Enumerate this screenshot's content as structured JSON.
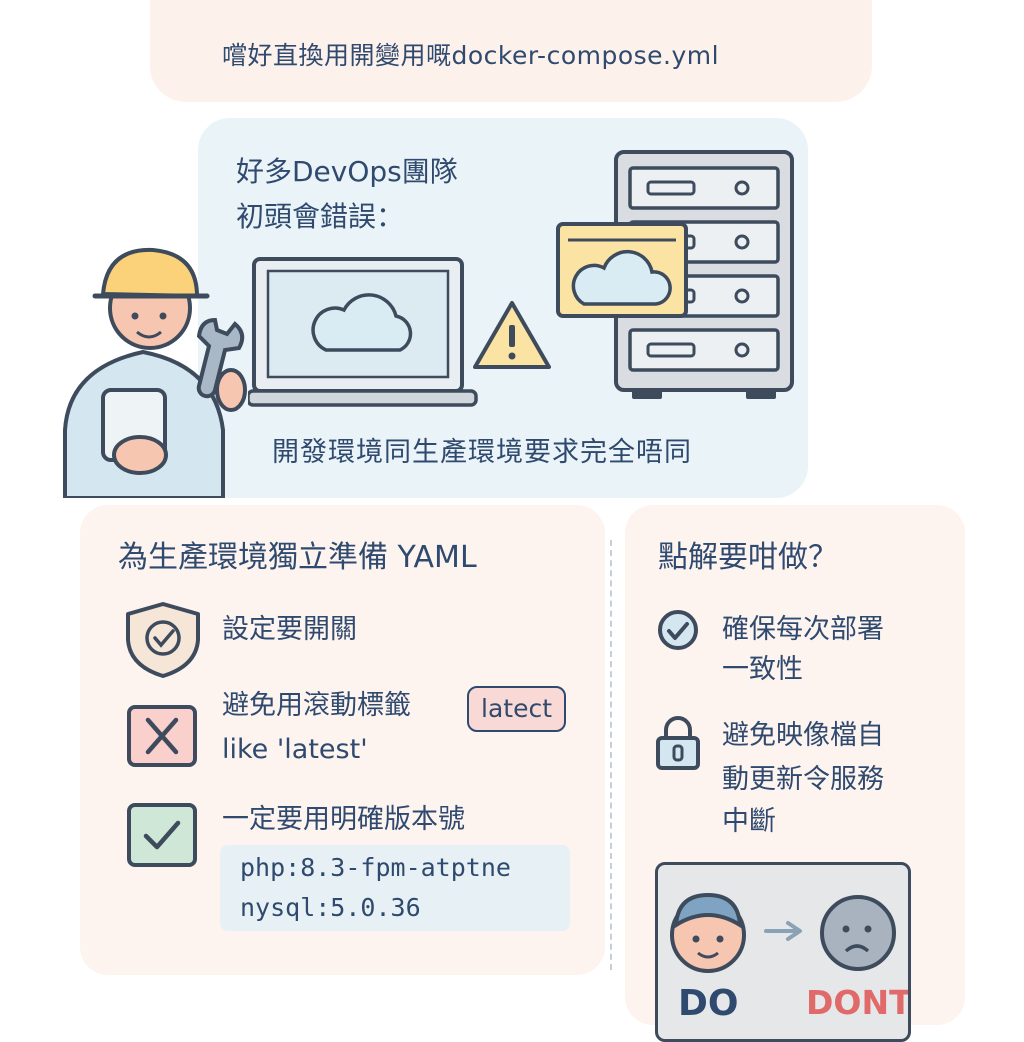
{
  "header": {
    "subtitle": "嚐好直換用開變用嘅docker-compose.yml"
  },
  "scene": {
    "intro_line1": "好多DevOps團隊",
    "intro_line2": "初頭會錯誤：",
    "caption": "開發環境同生產環境要求完全唔同"
  },
  "left_panel": {
    "heading": "為生產環境獨立準備 YAML",
    "items": [
      {
        "icon": "shield-check-icon",
        "text": "設定要開關"
      },
      {
        "icon": "x-box-icon",
        "text_line1": "避免用滾動標籤",
        "text_line2": "like 'latest'",
        "tag": "latect"
      },
      {
        "icon": "check-box-icon",
        "text": "一定要用明確版本號"
      }
    ],
    "code_lines": [
      "php:8.3-fpm-atptne",
      "nysql:5.0.36"
    ]
  },
  "right_panel": {
    "heading": "點解要咁做？",
    "items": [
      {
        "icon": "check-circle-icon",
        "line1": "確保每次部署",
        "line2": "一致性"
      },
      {
        "icon": "lock-icon",
        "line1": "避免映像檔自",
        "line2": "動更新令服務",
        "line3": "中斷"
      }
    ],
    "do_label": "DO",
    "dont_label": "DONT"
  },
  "colors": {
    "text": "#2f4a6e",
    "header_bg": "#fdf1ec",
    "scene_bg": "#eaf3f7",
    "card_bg": "#fdf4f0",
    "warning_yellow": "#fbe3a4",
    "danger_red": "#e06a6a",
    "success_green": "#cfe7d6"
  }
}
